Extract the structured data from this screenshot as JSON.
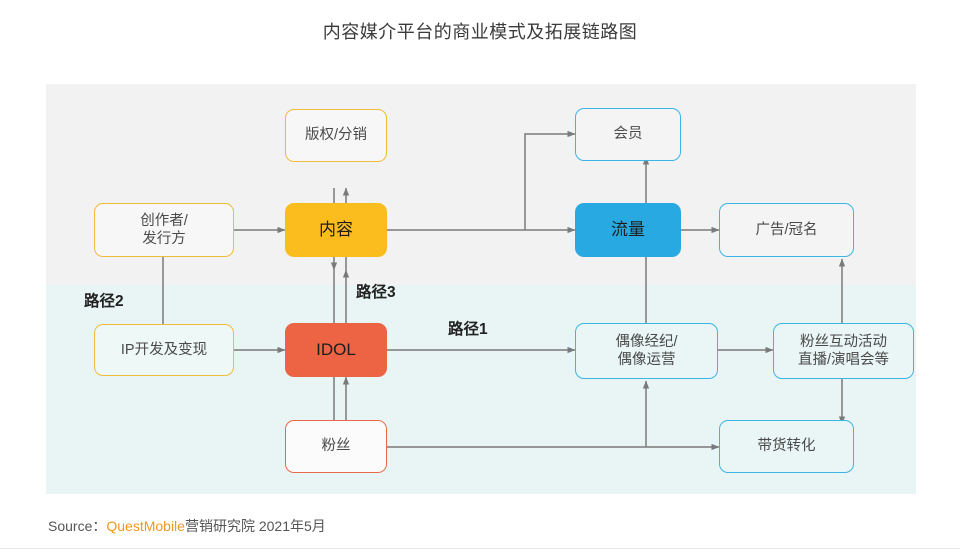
{
  "title": "内容媒介平台的商业模式及拓展链路图",
  "panel": {
    "top_band_color": "#f2f2f2",
    "bottom_band_color": "#e8f5f4"
  },
  "colors": {
    "content_fill": "#fbbd1e",
    "traffic_fill": "#29a9e1",
    "idol_fill": "#ec6443",
    "yellow_border": "#f0bb3a",
    "blue_border": "#3cb4e5",
    "red_border": "#e8694a",
    "arrow": "#7a7a7a",
    "brand": "#f0981d"
  },
  "nodes": [
    {
      "id": "copyright",
      "label": "版权/分销"
    },
    {
      "id": "creator",
      "label": "创作者/\n发行方"
    },
    {
      "id": "content",
      "label": "内容"
    },
    {
      "id": "member",
      "label": "会员"
    },
    {
      "id": "traffic",
      "label": "流量"
    },
    {
      "id": "ad",
      "label": "广告/冠名"
    },
    {
      "id": "ip",
      "label": "IP开发及变现"
    },
    {
      "id": "idol",
      "label": "IDOL"
    },
    {
      "id": "agency",
      "label": "偶像经纪/\n偶像运营"
    },
    {
      "id": "fan-activity",
      "label": "粉丝互动活动\n直播/演唱会等"
    },
    {
      "id": "fans",
      "label": "粉丝"
    },
    {
      "id": "commerce",
      "label": "带货转化"
    }
  ],
  "path_labels": [
    {
      "id": "path2",
      "label": "路径2"
    },
    {
      "id": "path3",
      "label": "路径3"
    },
    {
      "id": "path1",
      "label": "路径1"
    }
  ],
  "source": {
    "prefix": "Source：",
    "brand": "QuestMobile",
    "suffix": "营销研究院 2021年5月"
  }
}
